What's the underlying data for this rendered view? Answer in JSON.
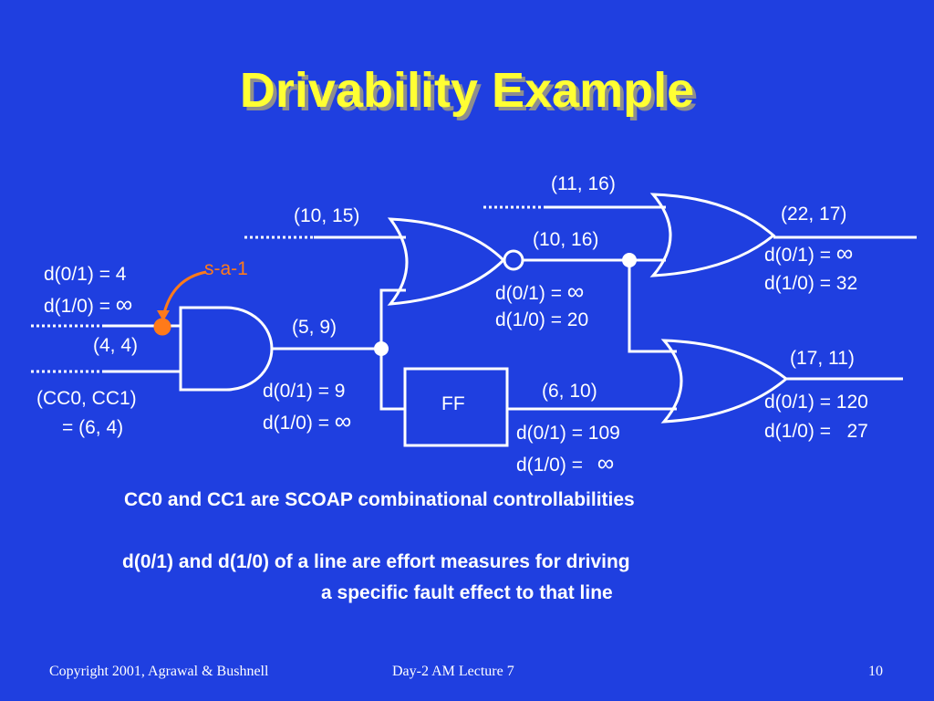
{
  "title": "Drivability Example",
  "labels": {
    "in1_d01": "d(0/1) = 4",
    "in1_d10": "d(1/0) = ",
    "s_a_1": "s-a-1",
    "in1_cc": "(4, 4)",
    "in2_cc_a": "(CC0, CC1)",
    "in2_cc_b": "= (6, 4)",
    "nor_in_top": "(10, 15)",
    "and_out": "(5, 9)",
    "and_out_d01": "d(0/1) = 9",
    "and_out_d10": "d(1/0) = ",
    "ff_label": "FF",
    "ff_out": "(6, 10)",
    "ff_out_d01": "d(0/1) = 109",
    "ff_out_d10": "d(1/0) = ",
    "nor_out": "(10, 16)",
    "nor_out_d01": "d(0/1) = ",
    "nor_out_d10": "d(1/0) = 20",
    "or1_in_top": "(11, 16)",
    "or1_out": "(22, 17)",
    "or1_out_d01": "d(0/1) = ",
    "or1_out_d10": "d(1/0) = 32",
    "or2_out": "(17, 11)",
    "or2_out_d01": "d(0/1) = 120",
    "or2_out_d10": "d(1/0) =   27",
    "infinity": "∞"
  },
  "notes": {
    "line1": "CC0 and CC1 are SCOAP combinational controllabilities",
    "line2": "d(0/1) and d(1/0) of a line are effort measures for driving",
    "line3": "a specific fault effect to that line"
  },
  "footer": {
    "copyright": "Copyright 2001, Agrawal & Bushnell",
    "lecture": "Day-2 AM Lecture 7",
    "page": "10"
  },
  "colors": {
    "background": "#1f3fe0",
    "title": "#ffff33",
    "title_shadow": "#8e8e8e",
    "fault_marker": "#ff7a1a",
    "text": "#ffffff"
  }
}
